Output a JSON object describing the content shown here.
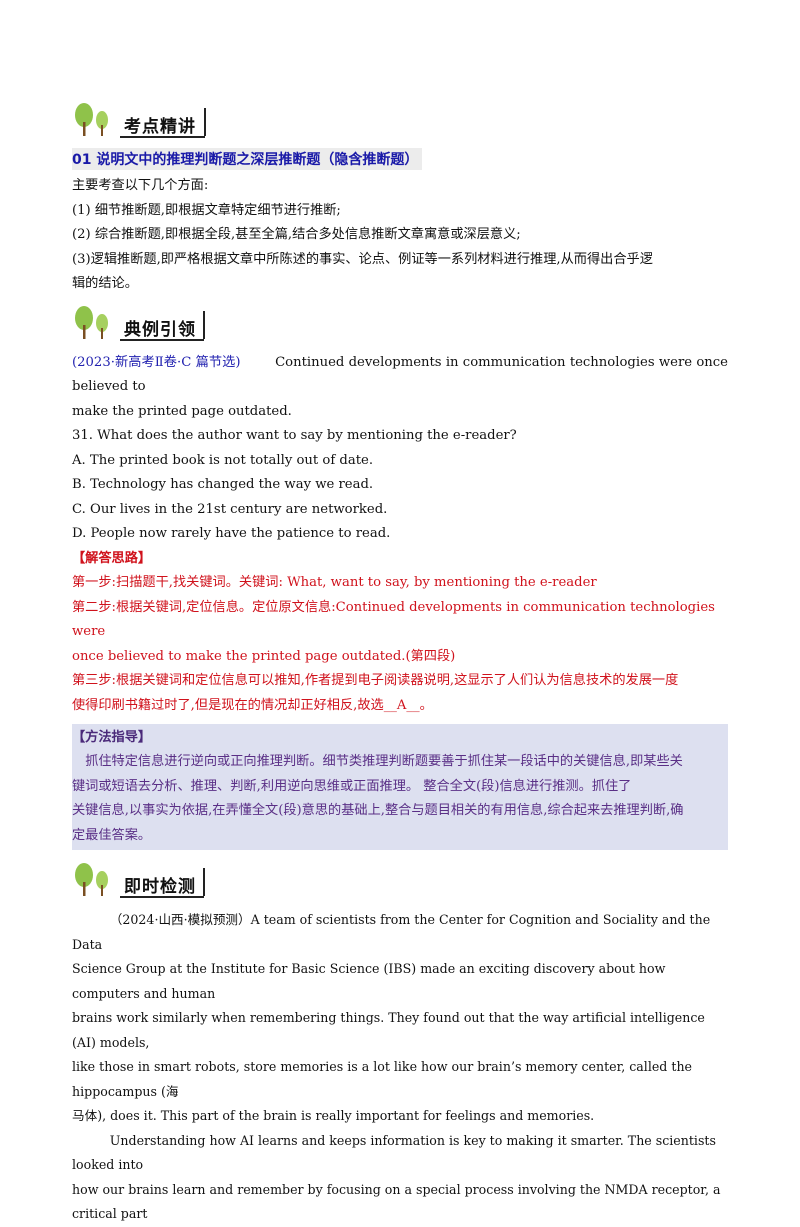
{
  "section1": {
    "banner_title": "考点精讲",
    "heading": "01 说明文中的推理判断题之深层推断题（隐含推断题）",
    "intro": "主要考查以下几个方面:",
    "points": [
      "(1) 细节推断题,即根据文章特定细节进行推断;",
      "(2) 综合推断题,即根据全段,甚至全篇,结合多处信息推断文章寓意或深层意义;",
      "(3)逻辑推断题,即严格根据文章中所陈述的事实、论点、例证等一系列材料进行推理,从而得出合乎逻",
      "辑的结论。"
    ]
  },
  "section2": {
    "banner_title": "典例引领",
    "source": "(2023·新高考Ⅱ卷·C 篇节选)",
    "passage_line1": "Continued developments in communication technologies were once believed to",
    "passage_line2": "make the printed page outdated.",
    "question": "31. What does the author want to say by mentioning the e-reader?",
    "options": [
      "A.  The printed book is not totally out of date.",
      "B.  Technology has changed the way we read.",
      "C.  Our lives in the 21st century are networked.",
      "D.  People now rarely have the patience to read."
    ],
    "analysis_title": "【解答思路】",
    "steps": [
      "第一步:扫描题干,找关键词。关键词: What, want to say, by mentioning the e-reader",
      "第二步:根据关键词,定位信息。定位原文信息:Continued developments in communication technologies were",
      "once believed to make the printed page outdated.(第四段)",
      "第三步:根据关键词和定位信息可以推知,作者提到电子阅读器说明,这显示了人们认为信息技术的发展一度",
      "使得印刷书籍过时了,但是现在的情况却正好相反,故选__A__。"
    ],
    "method_title": "【方法指导】",
    "method_lines": [
      "抓住特定信息进行逆向或正向推理判断。细节类推理判断题要善于抓住某一段话中的关键信息,即某些关",
      "键词或短语去分析、推理、判断,利用逆向思维或正面推理。          整合全文(段)信息进行推测。抓住了",
      "关键信息,以事实为依据,在弄懂全文(段)意思的基础上,整合与题目相关的有用信息,综合起来去推理判断,确",
      "定最佳答案。"
    ]
  },
  "section3": {
    "banner_title": "即时检测",
    "paragraph1_lines": [
      "（2024·山西·模拟预测）A team of scientists from the Center for Cognition and Sociality and the Data",
      "Science Group at the Institute for Basic Science (IBS) made an exciting discovery about how computers and human",
      "brains work similarly when remembering things. They found out that the way artificial intelligence (AI) models,",
      "like those in smart robots, store memories is a lot like how our brain’s memory center, called the hippocampus (海",
      "马体), does it. This part of the brain is really important for feelings and memories."
    ],
    "paragraph2_lines": [
      "Understanding how AI learns and keeps information is key to making it smarter. The scientists looked into",
      "how our brains learn and remember by focusing on a special process involving the NMDA receptor, a critical part"
    ]
  },
  "colors": {
    "heading_blue": "#1a1aa8",
    "source_blue": "#2323b0",
    "analysis_red": "#d0121c",
    "method_purple": "#5a2f86",
    "method_box": "#dde0f0"
  },
  "icons": [
    "tree-icon"
  ]
}
